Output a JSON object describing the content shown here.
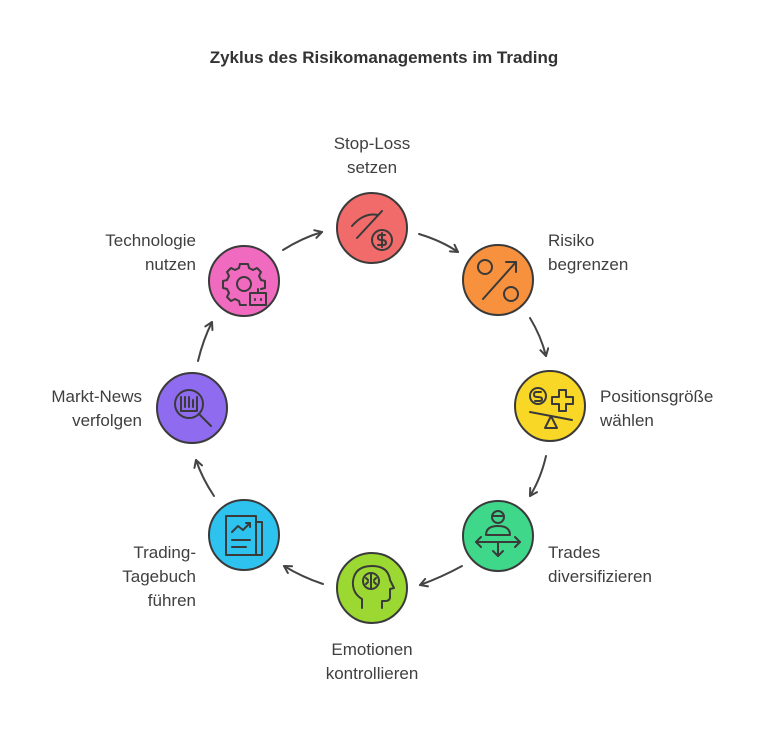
{
  "title": "Zyklus des Risikomanagements im Trading",
  "steps": [
    {
      "lines": [
        "Stop-Loss",
        "setzen"
      ],
      "icon": "eye-off-dollar-icon",
      "color": "#f26b6b"
    },
    {
      "lines": [
        "Risiko",
        "begrenzen"
      ],
      "icon": "percent-icon",
      "color": "#f8913d"
    },
    {
      "lines": [
        "Positionsgröße",
        "wählen"
      ],
      "icon": "balance-dollar-plus-icon",
      "color": "#f9d726"
    },
    {
      "lines": [
        "Trades",
        "diversifizieren"
      ],
      "icon": "person-arrows-icon",
      "color": "#3fd88b"
    },
    {
      "lines": [
        "Emotionen",
        "kontrollieren"
      ],
      "icon": "head-brain-icon",
      "color": "#9bd932"
    },
    {
      "lines": [
        "Trading-",
        "Tagebuch",
        "führen"
      ],
      "icon": "journal-chart-icon",
      "color": "#2ec3ee"
    },
    {
      "lines": [
        "Markt-News",
        "verfolgen"
      ],
      "icon": "news-search-icon",
      "color": "#8f6bf0"
    },
    {
      "lines": [
        "Technologie",
        "nutzen"
      ],
      "icon": "gear-robot-icon",
      "color": "#f06bc0"
    }
  ]
}
